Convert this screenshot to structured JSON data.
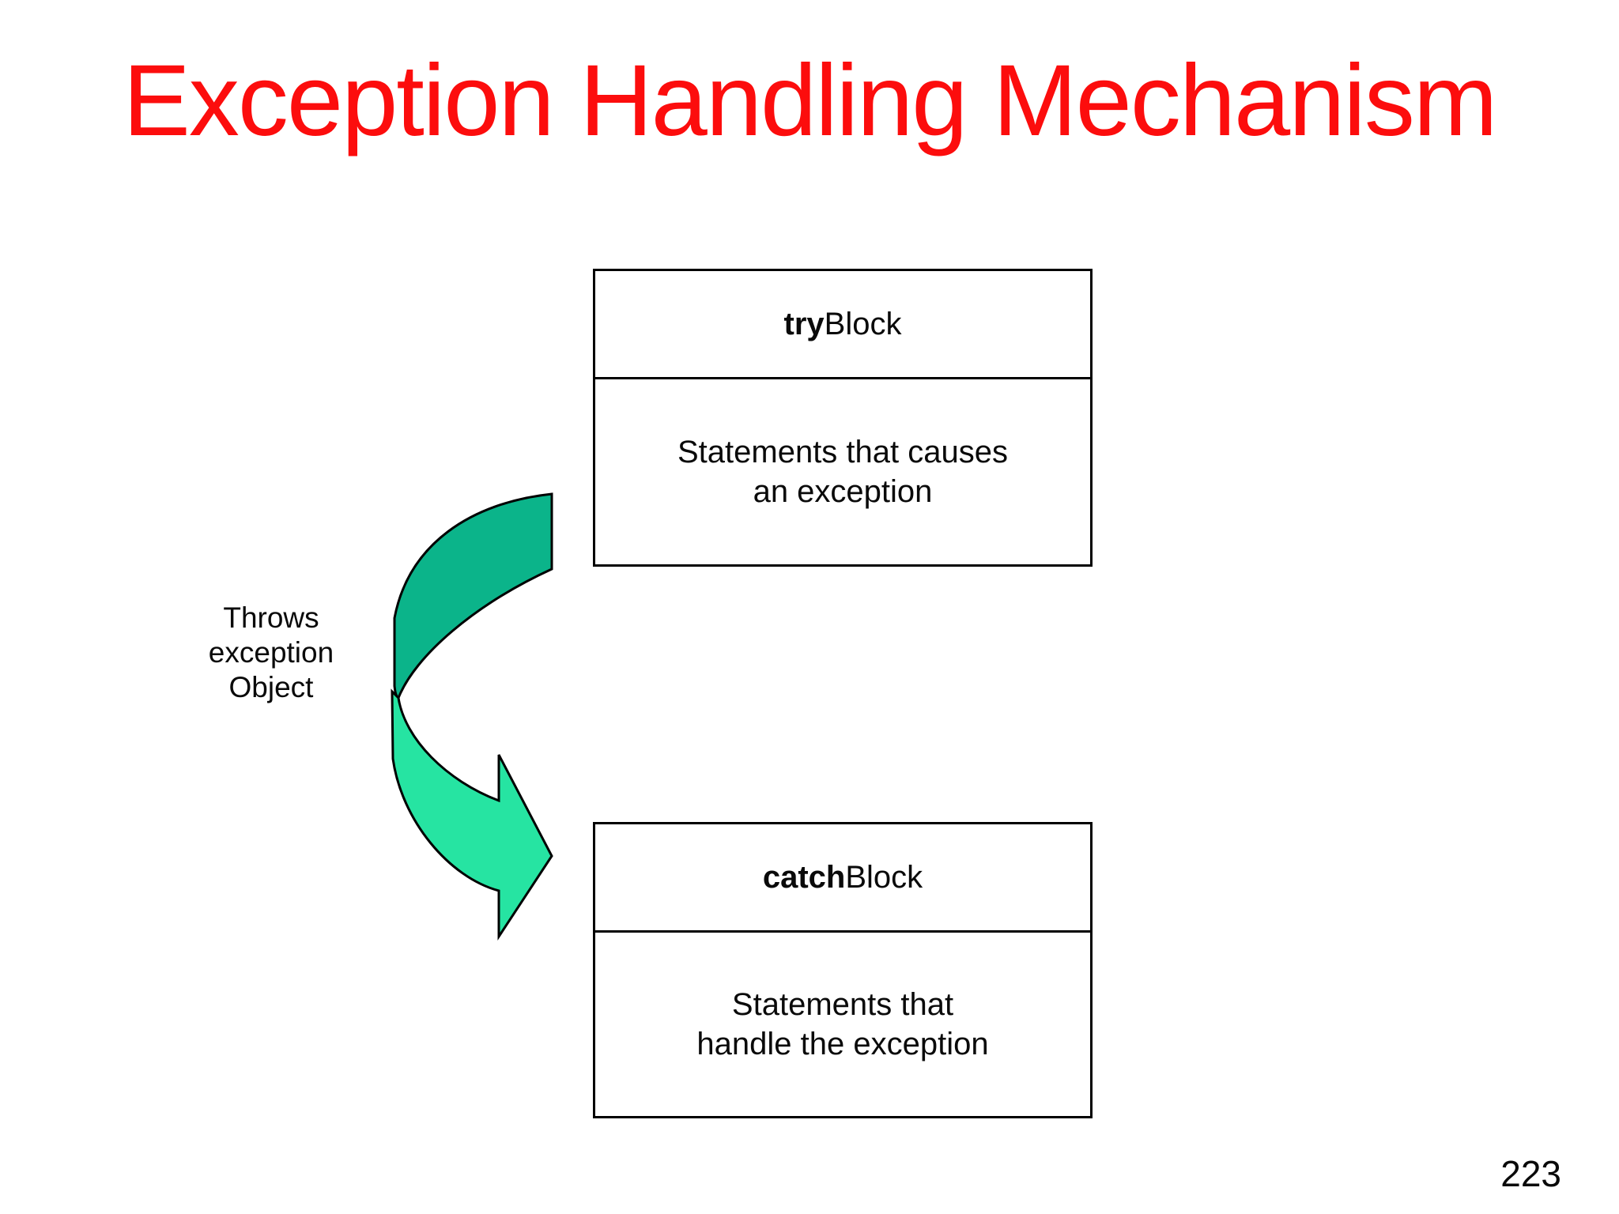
{
  "title": "Exception Handling Mechanism",
  "page_number": "223",
  "arrow_label": [
    "Throws",
    "exception",
    "Object"
  ],
  "try_block": {
    "keyword": "try",
    "header_suffix": " Block",
    "body": [
      "Statements that causes",
      "an exception"
    ]
  },
  "catch_block": {
    "keyword": "catch",
    "header_suffix": " Block",
    "body": [
      "Statements that",
      "handle the exception"
    ]
  },
  "colors": {
    "title_red": "#fc0d0d",
    "arrow_dark": "#0bb48a",
    "arrow_light": "#26e4a2",
    "outline": "#000000"
  }
}
